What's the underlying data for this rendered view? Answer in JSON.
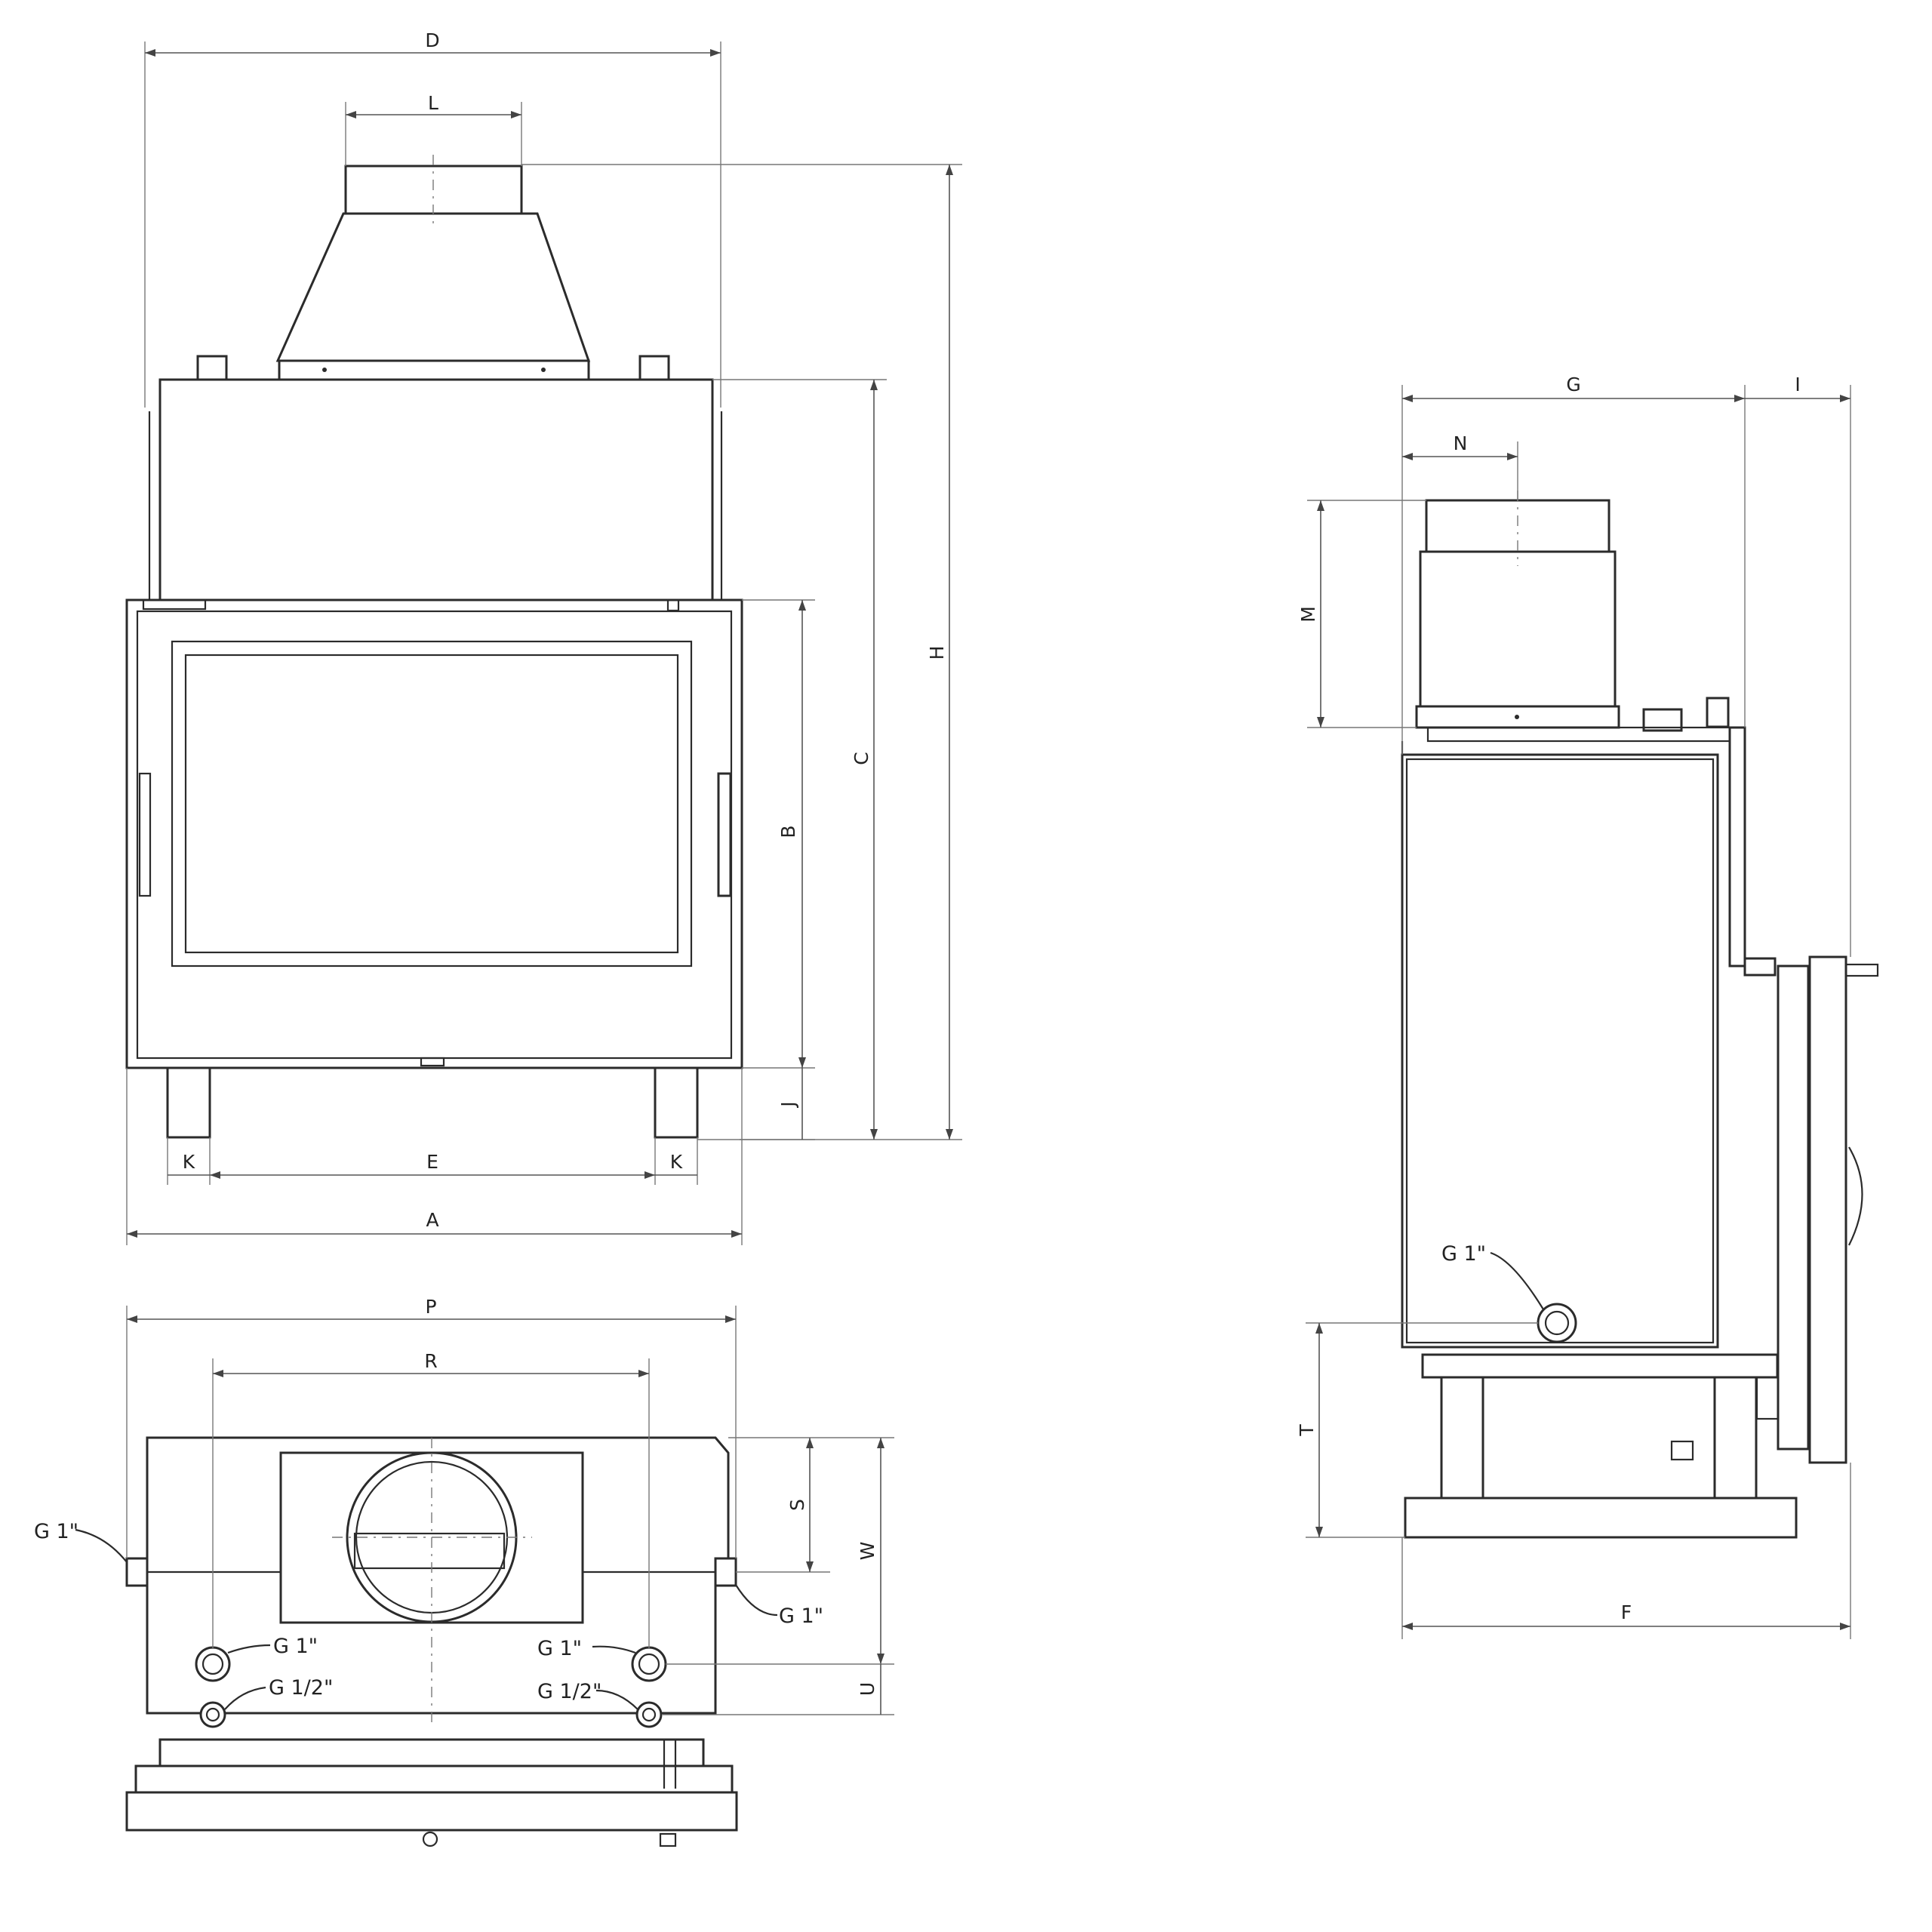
{
  "front_view": {
    "dims": {
      "D": "D",
      "L": "L",
      "H": "H",
      "C": "C",
      "B": "B",
      "J": "J",
      "K": "K",
      "E": "E",
      "A": "A"
    }
  },
  "top_view": {
    "dims": {
      "P": "P",
      "R": "R",
      "S": "S",
      "W": "W",
      "U": "U"
    },
    "connections": {
      "left_side": "G 1\"",
      "right_side": "G 1\"",
      "left_pipe": "G 1\"",
      "left_small": "G 1/2\"",
      "right_pipe": "G 1\"",
      "right_small": "G 1/2\""
    }
  },
  "side_view": {
    "dims": {
      "G": "G",
      "I": "I",
      "N": "N",
      "M": "M",
      "T": "T",
      "F": "F"
    },
    "connections": {
      "outlet": "G 1\""
    }
  }
}
